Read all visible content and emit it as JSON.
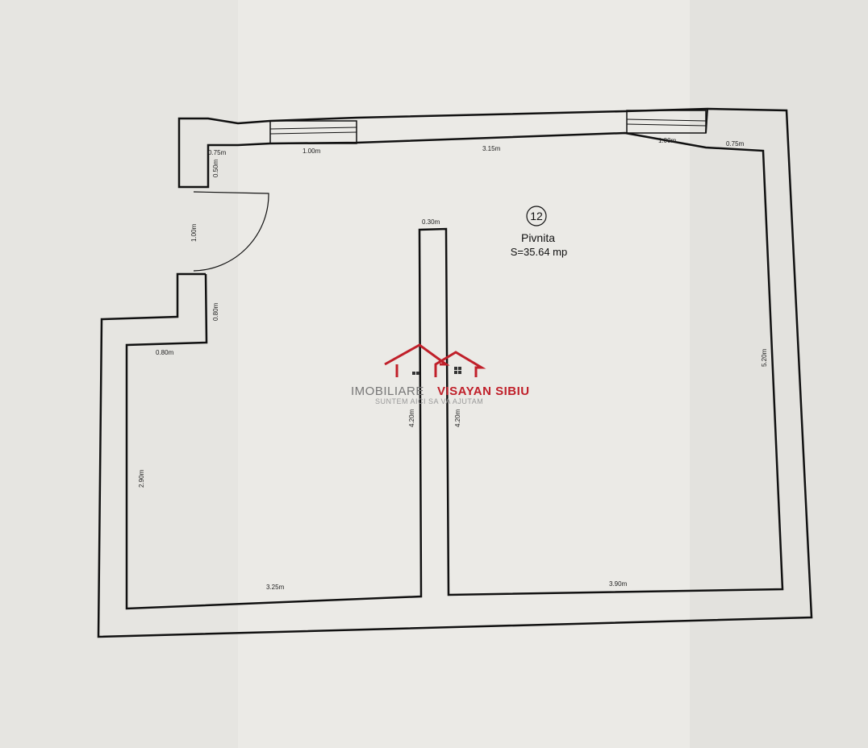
{
  "room": {
    "number": "12",
    "name": "Pivnita",
    "area": "S=35.64 mp"
  },
  "dimensions": {
    "top_left": "0.75m",
    "window_left": "1.00m",
    "top_middle": "3.15m",
    "window_right": "1.00m",
    "top_right": "0.75m",
    "left_upper": "0.50m",
    "door": "1.00m",
    "left_step": "0.80m",
    "step_width": "0.80m",
    "left_lower": "2.90m",
    "pillar_width": "0.30m",
    "pillar_left": "4.20m",
    "pillar_right": "4.20m",
    "right": "5.20m",
    "bottom_left": "3.25m",
    "bottom_right": "3.90m"
  },
  "watermark": {
    "brand_grey": "IMOBILIARE",
    "brand_red": "VISAYAN SIBIU",
    "tagline": "SUNTEM AICI SA VA AJUTAM",
    "color": "#c0202a"
  }
}
